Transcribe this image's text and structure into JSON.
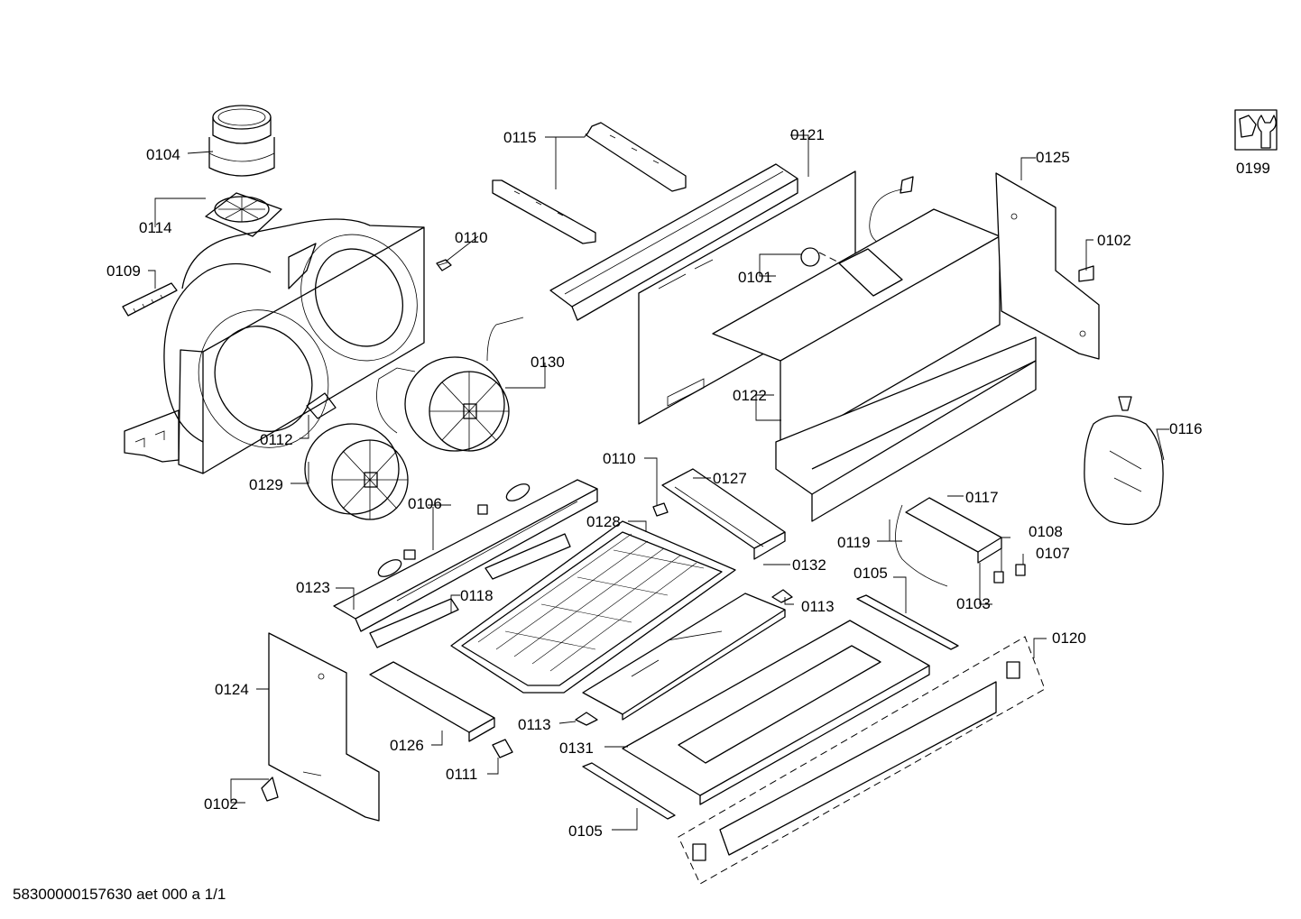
{
  "labels": {
    "p0104": "0104",
    "p0114": "0114",
    "p0109": "0109",
    "p0110a": "0110",
    "p0115": "0115",
    "p0121": "0121",
    "p0101": "0101",
    "p0125": "0125",
    "p0102a": "0102",
    "p0199": "0199",
    "p0130": "0130",
    "p0112": "0112",
    "p0129": "0129",
    "p0122": "0122",
    "p0116": "0116",
    "p0110b": "0110",
    "p0127": "0127",
    "p0106": "0106",
    "p0128": "0128",
    "p0117": "0117",
    "p0119": "0119",
    "p0108": "0108",
    "p0107": "0107",
    "p0132": "0132",
    "p0113a": "0113",
    "p0105a": "0105",
    "p0123": "0123",
    "p0118": "0118",
    "p0103": "0103",
    "p0120": "0120",
    "p0124": "0124",
    "p0113b": "0113",
    "p0126": "0126",
    "p0131": "0131",
    "p0111": "0111",
    "p0102b": "0102",
    "p0105b": "0105"
  },
  "footer": "58300000157630 aet 000 a 1/1"
}
